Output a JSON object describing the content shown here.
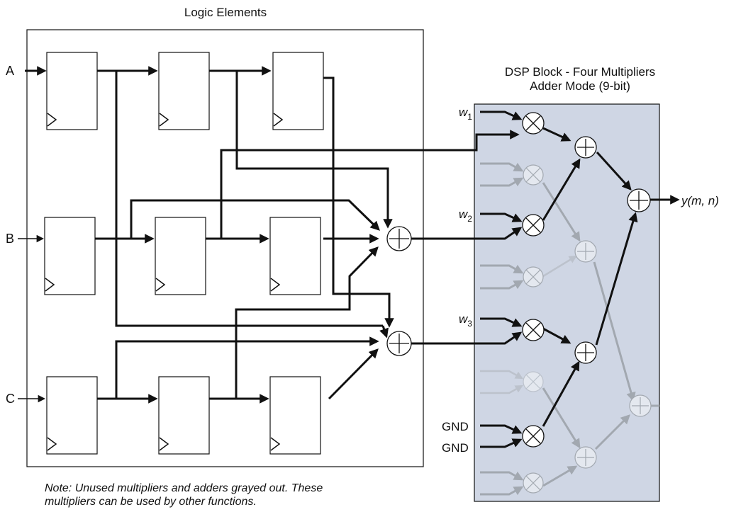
{
  "titles": {
    "logic_elements": "Logic Elements",
    "dsp_line1": "DSP Block - Four Multipliers",
    "dsp_line2": "Adder Mode (9-bit)"
  },
  "inputs": {
    "a": "A",
    "b": "B",
    "c": "C"
  },
  "weights": {
    "w1_base": "w",
    "w1_sub": "1",
    "w2_base": "w",
    "w2_sub": "2",
    "w3_base": "w",
    "w3_sub": "3",
    "gnd1": "GND",
    "gnd2": "GND"
  },
  "output": {
    "label": "y(m, n)"
  },
  "note": {
    "line1": "Note: Unused multipliers and adders grayed out. These",
    "line2": "multipliers can be used by other functions."
  },
  "colors": {
    "dsp_fill": "#cfd6e4",
    "active_wire": "#111111",
    "unused": "#a2a8b0"
  }
}
